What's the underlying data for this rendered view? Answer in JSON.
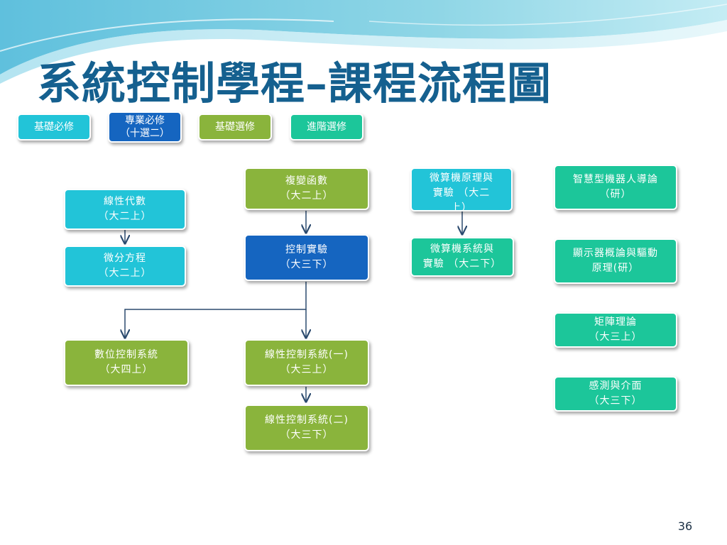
{
  "slide": {
    "title": "系統控制學程–課程流程圖",
    "page_number": "36"
  },
  "legend": [
    {
      "label": "基礎必修",
      "color": "#22c4d8"
    },
    {
      "label": "專業必修\n（十選二）",
      "color": "#1565c0"
    },
    {
      "label": "基礎選修",
      "color": "#8ab43c"
    },
    {
      "label": "進階選修",
      "color": "#1cc69a"
    }
  ],
  "courses": {
    "linear_algebra": "線性代數\n（大二上）",
    "diff_eq": "微分方程\n（大二上）",
    "complex_var": "複變函數\n（大二上）",
    "control_lab": "控制實驗\n（大三下）",
    "micro_principle_lab": "微算機原理與\n實驗 （大二\n上）",
    "micro_system_lab": "微算機系統與\n實驗 （大二下）",
    "digital_control": "數位控制系統\n（大四上）",
    "linear_control_1": "線性控制系統(一)\n（大三上）",
    "linear_control_2": "線性控制系統(二)\n（大三下）",
    "robot_intro": "智慧型機器人導論\n（研）",
    "display_drive": "顯示器概論與驅動\n原理(研）",
    "matrix_theory": "矩陣理論\n（大三上）",
    "sensing_interface": "感測與介面\n（大三下）"
  },
  "colors": {
    "title": "#15608f",
    "arrow": "#2b4a6e"
  }
}
